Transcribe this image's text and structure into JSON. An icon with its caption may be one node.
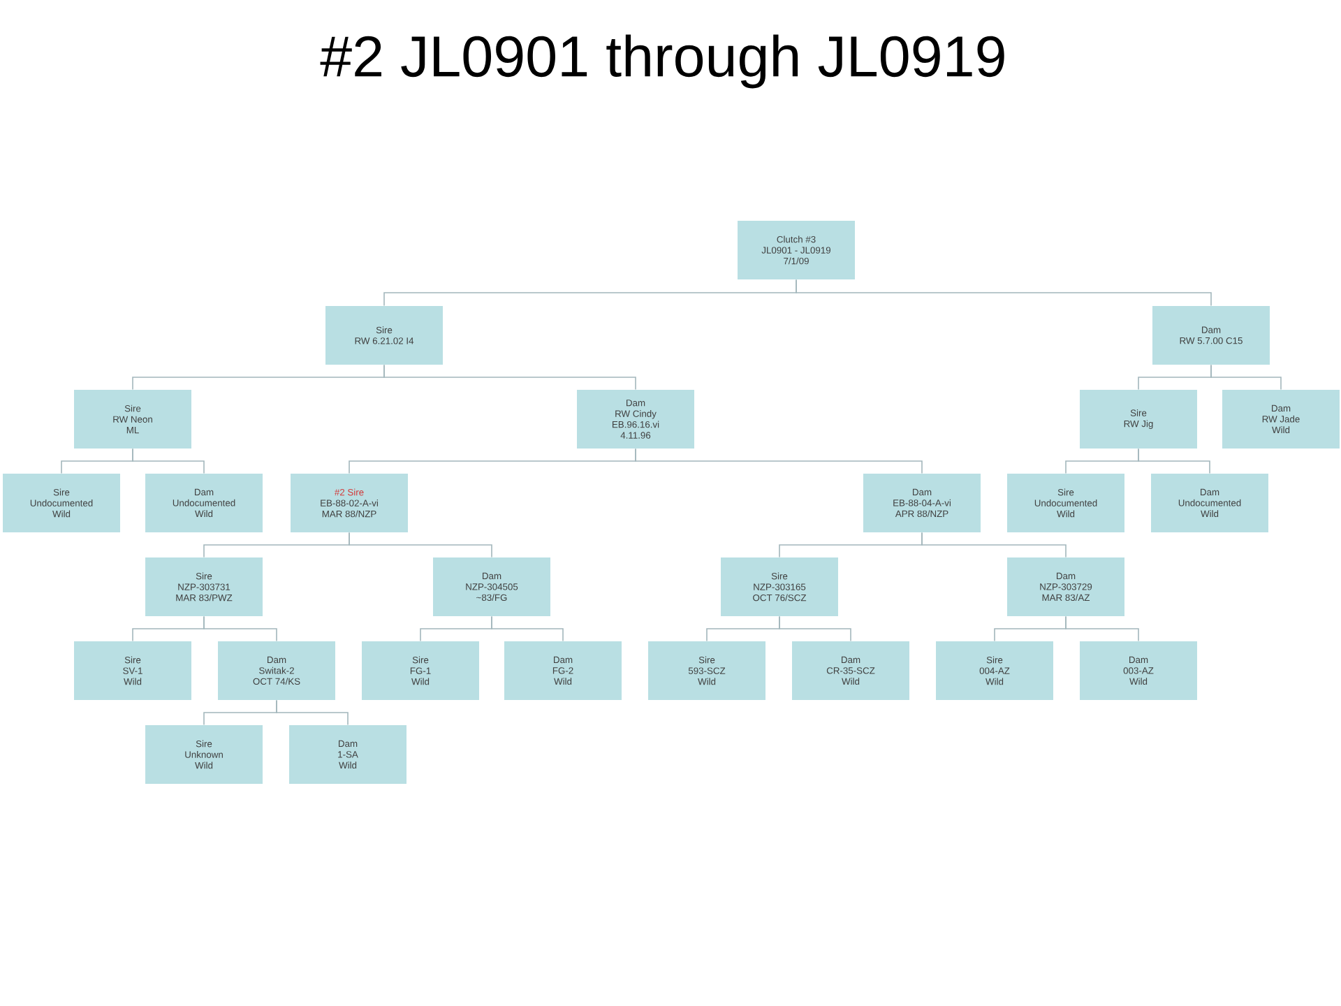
{
  "diagram": {
    "title": "#2 JL0901 through JL0919",
    "nodes": [
      {
        "text": [
          "Clutch #3",
          "JL0901 - JL0919",
          "7/1/09"
        ]
      },
      {
        "text": [
          "Sire",
          "RW 6.21.02 I4"
        ]
      },
      {
        "text": [
          "Dam",
          "RW 5.7.00 C15"
        ]
      },
      {
        "text": [
          "Sire",
          "RW Neon",
          "ML"
        ]
      },
      {
        "text": [
          "Dam",
          "RW Cindy",
          "EB.96.16.vi",
          "4.11.96"
        ]
      },
      {
        "text": [
          "Sire",
          "RW Jig"
        ]
      },
      {
        "text": [
          "Dam",
          "RW Jade",
          "Wild"
        ]
      },
      {
        "text": [
          "Sire",
          "Undocumented",
          "Wild"
        ]
      },
      {
        "text": [
          "Dam",
          "Undocumented",
          "Wild"
        ]
      },
      {
        "text": [
          "#2 Sire",
          "EB-88-02-A-vi",
          "MAR 88/NZP"
        ]
      },
      {
        "text": [
          "Dam",
          "EB-88-04-A-vi",
          "APR 88/NZP"
        ]
      },
      {
        "text": [
          "Sire",
          "Undocumented",
          "Wild"
        ]
      },
      {
        "text": [
          "Dam",
          "Undocumented",
          "Wild"
        ]
      },
      {
        "text": [
          "Sire",
          "NZP-303731",
          "MAR 83/PWZ"
        ]
      },
      {
        "text": [
          "Dam",
          "NZP-304505",
          "~83/FG"
        ]
      },
      {
        "text": [
          "Sire",
          "NZP-303165",
          "OCT 76/SCZ"
        ]
      },
      {
        "text": [
          "Dam",
          "NZP-303729",
          "MAR 83/AZ"
        ]
      },
      {
        "text": [
          "Sire",
          "SV-1",
          "Wild"
        ]
      },
      {
        "text": [
          "Dam",
          "Switak-2",
          "OCT 74/KS"
        ]
      },
      {
        "text": [
          "Sire",
          "FG-1",
          "Wild"
        ]
      },
      {
        "text": [
          "Dam",
          "FG-2",
          "Wild"
        ]
      },
      {
        "text": [
          "Sire",
          "593-SCZ",
          "Wild"
        ]
      },
      {
        "text": [
          "Dam",
          "CR-35-SCZ",
          "Wild"
        ]
      },
      {
        "text": [
          "Sire",
          "004-AZ",
          "Wild"
        ]
      },
      {
        "text": [
          "Dam",
          "003-AZ",
          "Wild"
        ]
      },
      {
        "text": [
          "Sire",
          "Unknown",
          "Wild"
        ]
      },
      {
        "text": [
          "Dam",
          "1-SA",
          "Wild"
        ]
      }
    ],
    "edges": [
      {
        "from": 0,
        "to": 1,
        "arrow": "none"
      },
      {
        "from": 0,
        "to": 2,
        "arrow": "none"
      },
      {
        "from": 1,
        "to": 3,
        "arrow": "none"
      },
      {
        "from": 1,
        "to": 4,
        "arrow": "none"
      },
      {
        "from": 2,
        "to": 5,
        "arrow": "none"
      },
      {
        "from": 2,
        "to": 6,
        "arrow": "none"
      },
      {
        "from": 3,
        "to": 7,
        "arrow": "none"
      },
      {
        "from": 3,
        "to": 8,
        "arrow": "none"
      },
      {
        "from": 4,
        "to": 9,
        "arrow": "none"
      },
      {
        "from": 4,
        "to": 10,
        "arrow": "none"
      },
      {
        "from": 5,
        "to": 11,
        "arrow": "none"
      },
      {
        "from": 5,
        "to": 12,
        "arrow": "none"
      },
      {
        "from": 9,
        "to": 13,
        "arrow": "none"
      },
      {
        "from": 9,
        "to": 14,
        "arrow": "none"
      },
      {
        "from": 10,
        "to": 15,
        "arrow": "none"
      },
      {
        "from": 10,
        "to": 16,
        "arrow": "none"
      },
      {
        "from": 13,
        "to": 17,
        "arrow": "none"
      },
      {
        "from": 13,
        "to": 18,
        "arrow": "none"
      },
      {
        "from": 14,
        "to": 19,
        "arrow": "none"
      },
      {
        "from": 14,
        "to": 20,
        "arrow": "none"
      },
      {
        "from": 15,
        "to": 21,
        "arrow": "none"
      },
      {
        "from": 15,
        "to": 22,
        "arrow": "none"
      },
      {
        "from": 16,
        "to": 23,
        "arrow": "none"
      },
      {
        "from": 16,
        "to": 24,
        "arrow": "none"
      },
      {
        "from": 18,
        "to": 25,
        "arrow": "none"
      },
      {
        "from": 18,
        "to": 26,
        "arrow": "none"
      }
    ]
  }
}
